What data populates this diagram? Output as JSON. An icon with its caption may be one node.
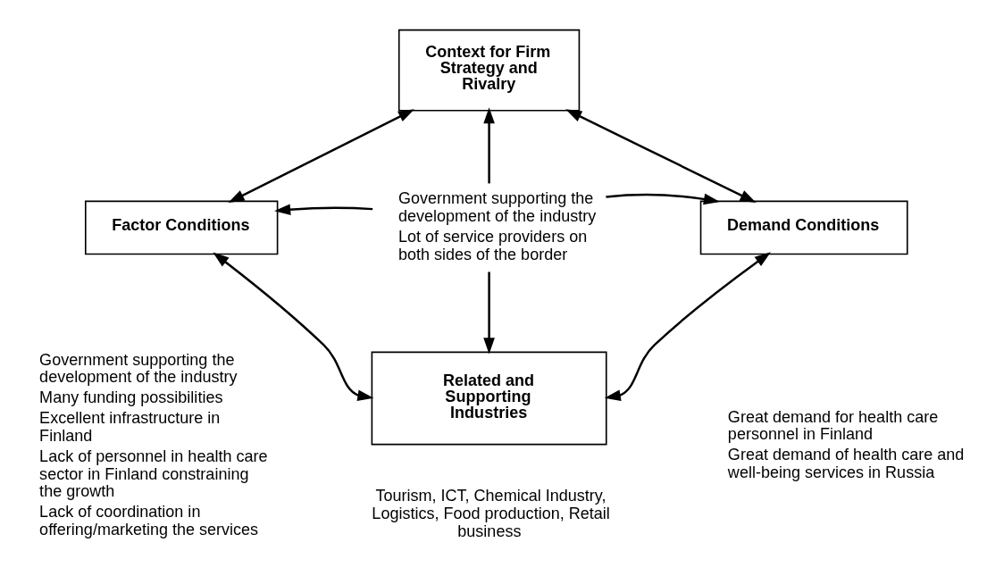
{
  "diagram": {
    "nodes": [
      {
        "text": [
          "Context for Firm Strategy and Rivalry"
        ]
      },
      {
        "text": [
          "Factor Conditions"
        ],
        "beside": [
          "Government supporting the development of the industry",
          "Many funding possibilities",
          "Excellent infrastructure in Finland",
          "Lack of personnel in health care sector in Finland constraining the growth",
          "Lack of coordination in offering/marketing the services"
        ]
      },
      {
        "text": [
          "Demand Conditions"
        ],
        "beside": [
          "Great demand for health care personnel in Finland",
          "Great demand of health care and well-being services in Russia"
        ]
      },
      {
        "text": [
          "Related and Supporting Industries"
        ],
        "beside": [
          "Tourism, ICT, Chemical Industry, Logistics, Food production, Retail business"
        ]
      },
      {
        "text": [
          "Government supporting the development of the industry",
          "Lot of service providers on both sides of the border"
        ]
      }
    ],
    "edges": [
      {
        "from": 0,
        "to": 1,
        "arrow": "both"
      },
      {
        "from": 0,
        "to": 2,
        "arrow": "both"
      },
      {
        "from": 4,
        "to": 0,
        "arrow": "to"
      },
      {
        "from": 4,
        "to": 1,
        "arrow": "to"
      },
      {
        "from": 4,
        "to": 2,
        "arrow": "to"
      },
      {
        "from": 1,
        "to": 3,
        "arrow": "both"
      },
      {
        "from": 2,
        "to": 3,
        "arrow": "both"
      },
      {
        "from": 4,
        "to": 3,
        "arrow": "to"
      }
    ]
  }
}
